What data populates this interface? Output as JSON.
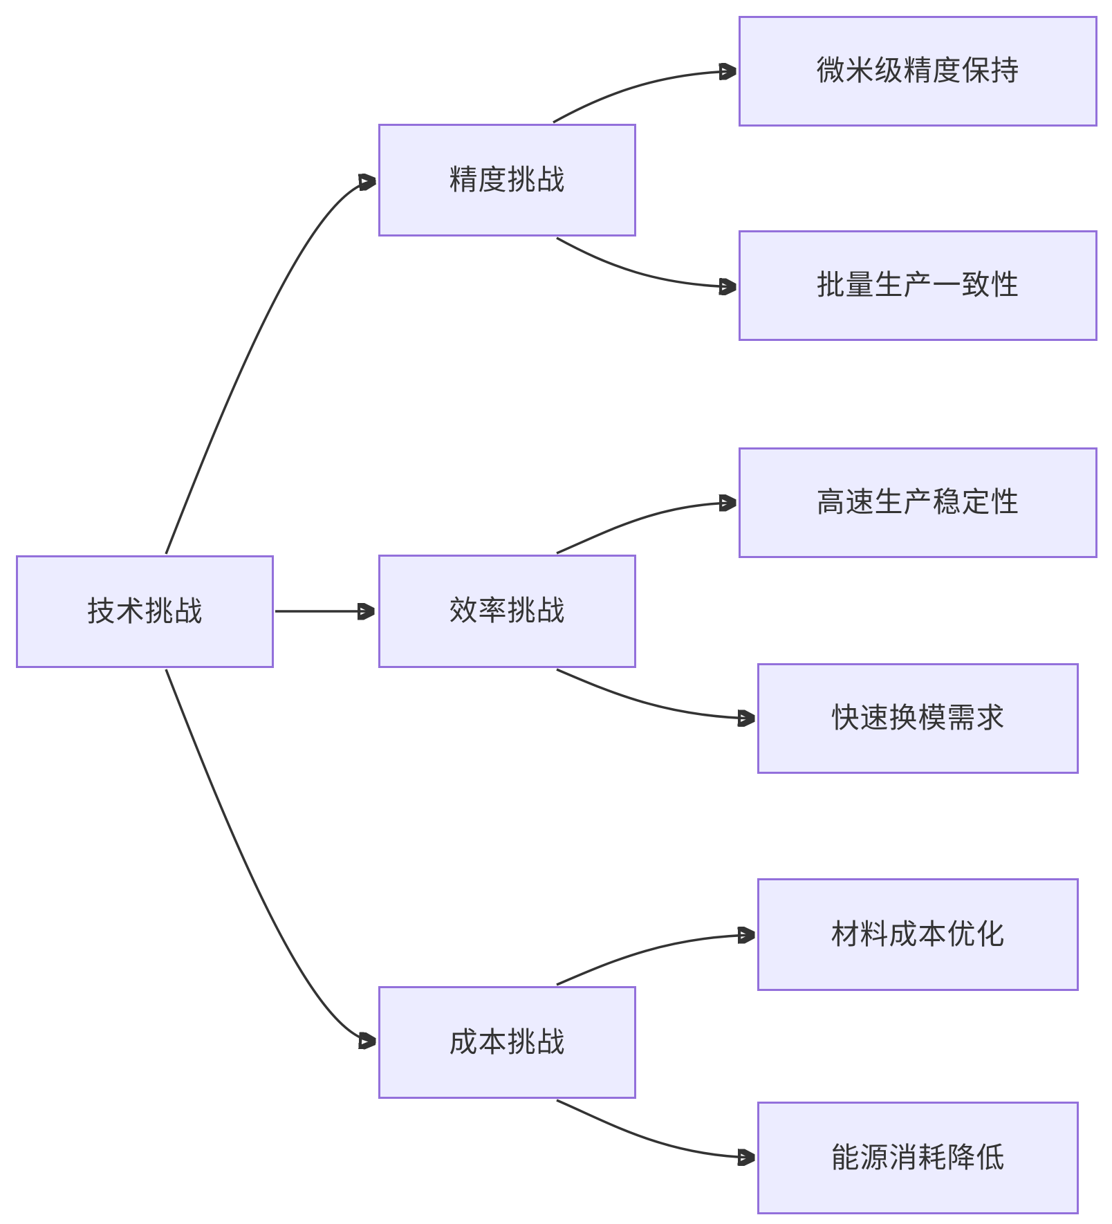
{
  "diagram": {
    "type": "flowchart-LR",
    "root": {
      "label": "技术挑战"
    },
    "branches": [
      {
        "label": "精度挑战",
        "children": [
          {
            "label": "微米级精度保持"
          },
          {
            "label": "批量生产一致性"
          }
        ]
      },
      {
        "label": "效率挑战",
        "children": [
          {
            "label": "高速生产稳定性"
          },
          {
            "label": "快速换模需求"
          }
        ]
      },
      {
        "label": "成本挑战",
        "children": [
          {
            "label": "材料成本优化"
          },
          {
            "label": "能源消耗降低"
          }
        ]
      }
    ],
    "colors": {
      "node_fill": "#ECECFF",
      "node_border": "#9370DB",
      "edge": "#333333",
      "text": "#333333",
      "background": "#FFFFFF"
    }
  }
}
